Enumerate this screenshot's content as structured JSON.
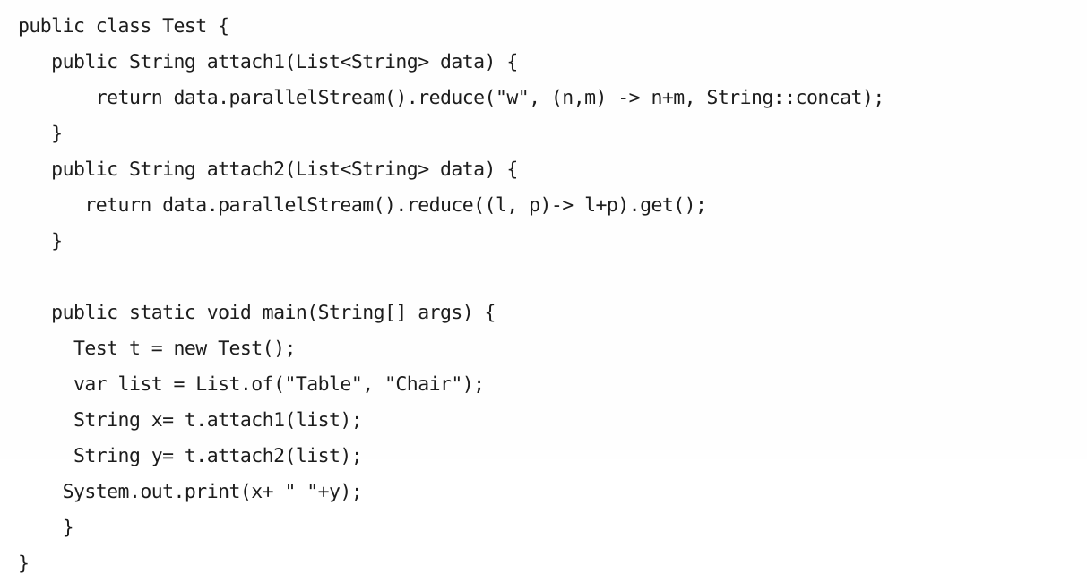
{
  "document": {
    "type": "code-listing",
    "language": "Java",
    "background_color": "#fefefe",
    "text_color": "#1c1c1c",
    "lines": [
      {
        "text": "public class Test {"
      },
      {
        "text": "   public String attach1(List<String> data) {"
      },
      {
        "text": "       return data.parallelStream().reduce(\"w\", (n,m) -> n+m, String::concat);"
      },
      {
        "text": "   }"
      },
      {
        "text": "   public String attach2(List<String> data) {"
      },
      {
        "text": "      return data.parallelStream().reduce((l, p)-> l+p).get();"
      },
      {
        "text": "   }"
      },
      {
        "text": ""
      },
      {
        "text": "   public static void main(String[] args) {"
      },
      {
        "text": "     Test t = new Test();"
      },
      {
        "text": "     var list = List.of(\"Table\", \"Chair\");"
      },
      {
        "text": "     String x= t.attach1(list);"
      },
      {
        "text": "     String y= t.attach2(list);"
      },
      {
        "text": "    System.out.print(x+ \" \"+y);"
      },
      {
        "text": "    }"
      },
      {
        "text": "}"
      }
    ]
  }
}
